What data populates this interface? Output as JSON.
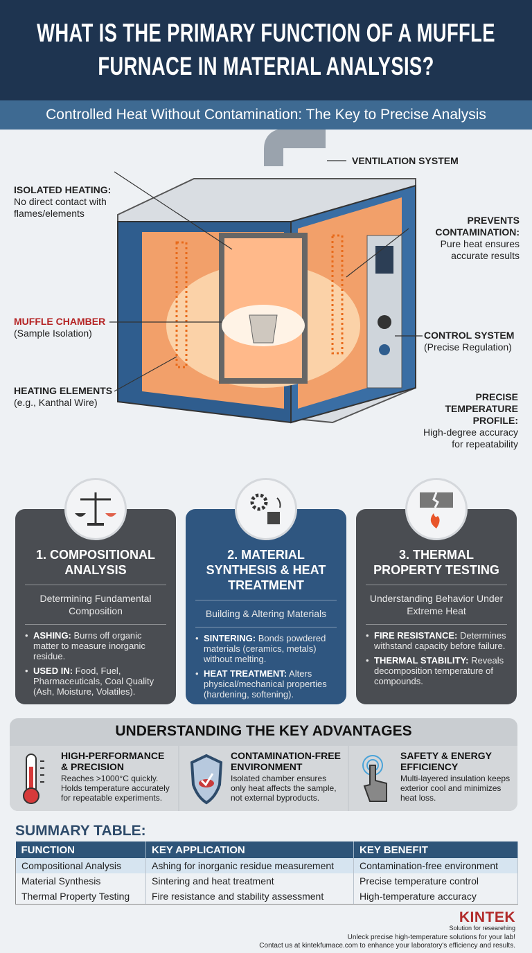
{
  "title": "WHAT IS THE PRIMARY FUNCTION OF A MUFFLE FURNACE IN MATERIAL ANALYSIS?",
  "subtitle": "Controlled Heat Without Contamination: The Key to Precise Analysis",
  "diagram": {
    "ventilation": "VENTILATION SYSTEM",
    "isolated_title": "ISOLATED HEATING:",
    "isolated_text": "No direct contact with flames/elements",
    "prevents_title": "PREVENTS CONTAMINATION:",
    "prevents_text": "Pure heat ensures accurate results",
    "muffle_title": "MUFFLE CHAMBER",
    "muffle_text": "(Sample Isolation)",
    "control_title": "CONTROL SYSTEM",
    "control_text": "(Precise Regulation)",
    "heating_title": "HEATING ELEMENTS",
    "heating_text": "(e.g., Kanthal Wire)",
    "profile_title": "PRECISE TEMPERATURE PROFILE:",
    "profile_text": "High-degree accuracy for repeatability"
  },
  "cards": [
    {
      "title": "1. COMPOSITIONAL ANALYSIS",
      "subtitle": "Determining Fundamental Composition",
      "items": [
        {
          "k": "ASHING:",
          "v": " Burns off organic matter to measure inorganic residue."
        },
        {
          "k": "USED IN:",
          "v": " Food, Fuel, Pharmaceuticals, Coal Quality (Ash, Moisture, Volatiles)."
        }
      ],
      "icon": "balance-scale-icon",
      "color": "#4a4d52"
    },
    {
      "title": "2. MATERIAL SYNTHESIS & HEAT TREATMENT",
      "subtitle": "Building & Altering Materials",
      "items": [
        {
          "k": "SINTERING:",
          "v": " Bonds powdered materials (ceramics, metals) without melting."
        },
        {
          "k": "HEAT TREATMENT:",
          "v": " Alters physical/mechanical properties (hardening, softening)."
        }
      ],
      "icon": "gear-puzzle-icon",
      "color": "#2f5680"
    },
    {
      "title": "3. THERMAL PROPERTY TESTING",
      "subtitle": "Understanding Behavior Under Extreme Heat",
      "items": [
        {
          "k": "FIRE RESISTANCE:",
          "v": " Determines withstand capacity before failure."
        },
        {
          "k": "THERMAL STABILITY:",
          "v": " Reveals decomposition temperature of compounds."
        }
      ],
      "icon": "cracked-block-flame-icon",
      "color": "#4a4d52"
    }
  ],
  "advantages": {
    "title": "UNDERSTANDING THE KEY ADVANTAGES",
    "items": [
      {
        "title": "HIGH-PERFORMANCE & PRECISION",
        "text": "Reaches >1000°C quickly. Holds temperature accurately for repeatable experiments.",
        "icon": "thermometer-icon"
      },
      {
        "title": "CONTAMINATION-FREE ENVIRONMENT",
        "text": "Isolated chamber ensures only heat affects the sample, not external byproducts.",
        "icon": "shield-check-icon"
      },
      {
        "title": "SAFETY & ENERGY EFFICIENCY",
        "text": "Multi-layered insulation keeps exterior cool and minimizes heat loss.",
        "icon": "touch-hand-icon"
      }
    ]
  },
  "summary": {
    "title": "SUMMARY TABLE:",
    "headers": [
      "FUNCTION",
      "KEY APPLICATION",
      "KEY BENEFIT"
    ],
    "rows": [
      [
        "Compositional Analysis",
        "Ashing for inorganic residue measurement",
        "Contamination-free environment"
      ],
      [
        "Material Synthesis",
        "Sintering and heat treatment",
        "Precise temperature control"
      ],
      [
        "Thermal Property Testing",
        "Fire resistance and stability assessment",
        "High-temperature accuracy"
      ]
    ]
  },
  "footer": {
    "logo": "KINTEK",
    "tagline": "Solution for researehing",
    "line1": "Unleck precise high-temperature solutions for your lab!",
    "line2": "Contact us at kintekfumace.com to enhance your laboratory's efficiency and results."
  }
}
